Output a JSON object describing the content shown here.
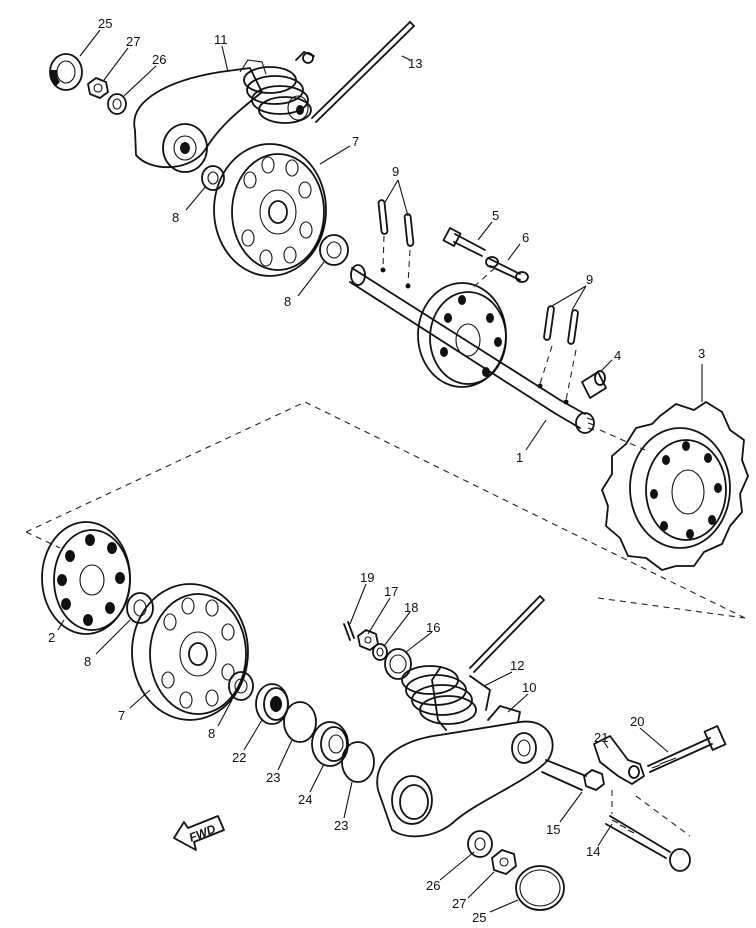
{
  "diagram": {
    "labels": {
      "l1": "1",
      "l2": "2",
      "l3": "3",
      "l4": "4",
      "l5": "5",
      "l6": "6",
      "l7a": "7",
      "l7b": "7",
      "l8a": "8",
      "l8b": "8",
      "l8c": "8",
      "l8d": "8",
      "l9a": "9",
      "l9b": "9",
      "l10": "10",
      "l11": "11",
      "l12": "12",
      "l13": "13",
      "l14": "14",
      "l15": "15",
      "l16": "16",
      "l17": "17",
      "l18": "18",
      "l19": "19",
      "l20": "20",
      "l21": "21",
      "l22": "22",
      "l23a": "23",
      "l23b": "23",
      "l24": "24",
      "l25a": "25",
      "l25b": "25",
      "l26a": "26",
      "l26b": "26",
      "l27a": "27",
      "l27b": "27"
    },
    "fwd_text": "FWD"
  }
}
